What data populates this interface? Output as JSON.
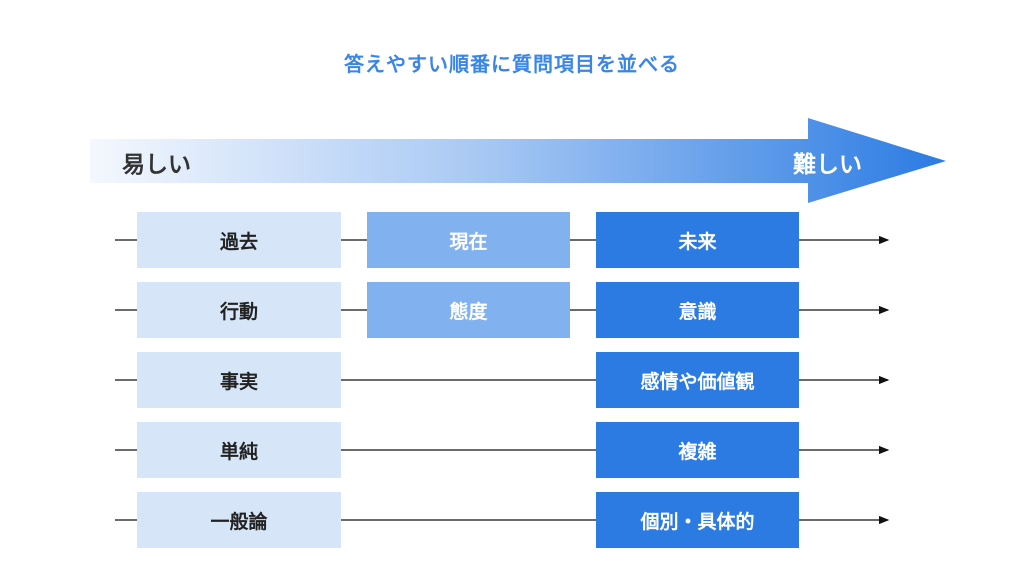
{
  "title": "答えやすい順番に質問項目を並べる",
  "scale": {
    "easy": "易しい",
    "hard": "難しい"
  },
  "rows": [
    {
      "left": "過去",
      "middle": "現在",
      "right": "未来"
    },
    {
      "left": "行動",
      "middle": "態度",
      "right": "意識"
    },
    {
      "left": "事実",
      "middle": "",
      "right": "感情や価値観"
    },
    {
      "left": "単純",
      "middle": "",
      "right": "複雑"
    },
    {
      "left": "一般論",
      "middle": "",
      "right": "個別・具体的"
    }
  ],
  "colors": {
    "title": "#3a86e6",
    "light": "#d6e6f8",
    "medium": "#82b1ef",
    "dark": "#2b7be3"
  }
}
